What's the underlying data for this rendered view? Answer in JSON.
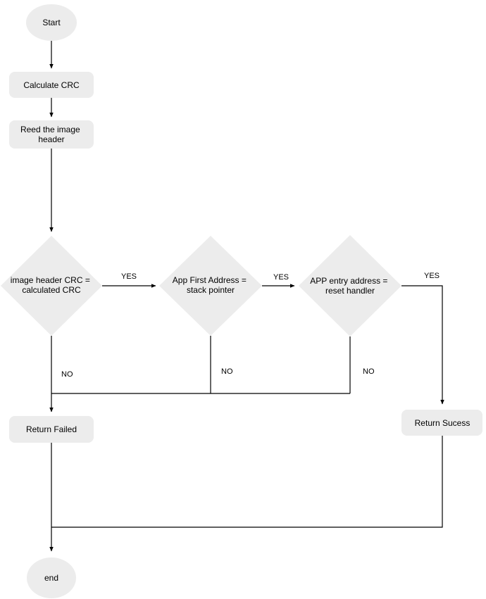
{
  "diagram": {
    "background": "#ffffff",
    "node_fill": "#ececec",
    "text_color": "#000000",
    "edge_color": "#000000",
    "nodes": {
      "start": {
        "label": "Start"
      },
      "calculate_crc": {
        "label": "Calculate CRC"
      },
      "read_image_header": {
        "line1": "Reed the image",
        "line2": "header"
      },
      "check_crc": {
        "line1": "image header CRC =",
        "line2": "calculated CRC"
      },
      "check_stack_pointer": {
        "line1": "App First Address =",
        "line2": "stack pointer"
      },
      "check_reset_handler": {
        "line1": "APP entry address =",
        "line2": "reset handler"
      },
      "return_failed": {
        "label": "Return Failed"
      },
      "return_success": {
        "label": "Return Sucess"
      },
      "end": {
        "label": "end"
      }
    },
    "edge_labels": {
      "yes1": "YES",
      "yes2": "YES",
      "yes3": "YES",
      "no1": "NO",
      "no2": "NO",
      "no3": "NO"
    }
  }
}
